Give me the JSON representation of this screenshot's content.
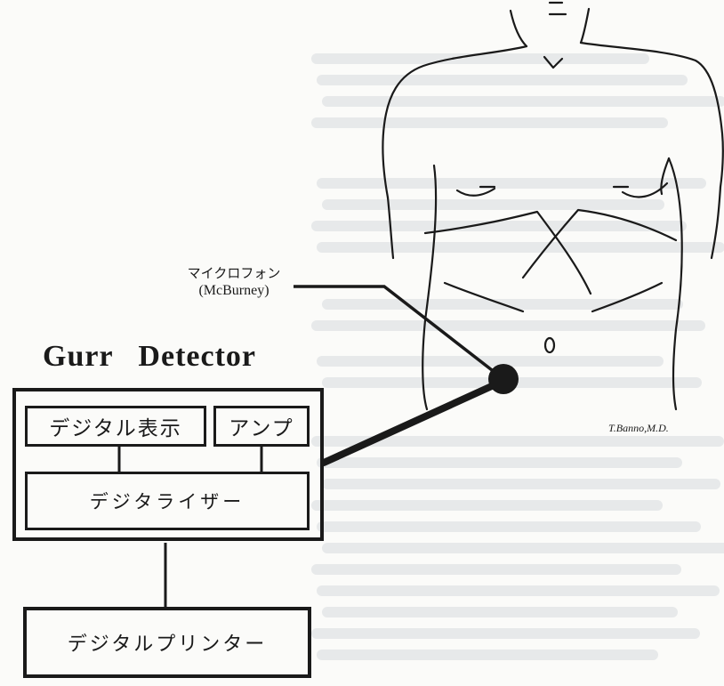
{
  "diagram": {
    "title": "Gurr   Detector",
    "microphone_label": "マイクロフォン",
    "microphone_location": "(McBurney)",
    "boxes": {
      "digital_display": "デジタル表示",
      "amp": "アンプ",
      "digitizer": "デジタライザー",
      "digital_printer": "デジタルプリンター"
    },
    "credit": "T.Banno,M.D."
  }
}
